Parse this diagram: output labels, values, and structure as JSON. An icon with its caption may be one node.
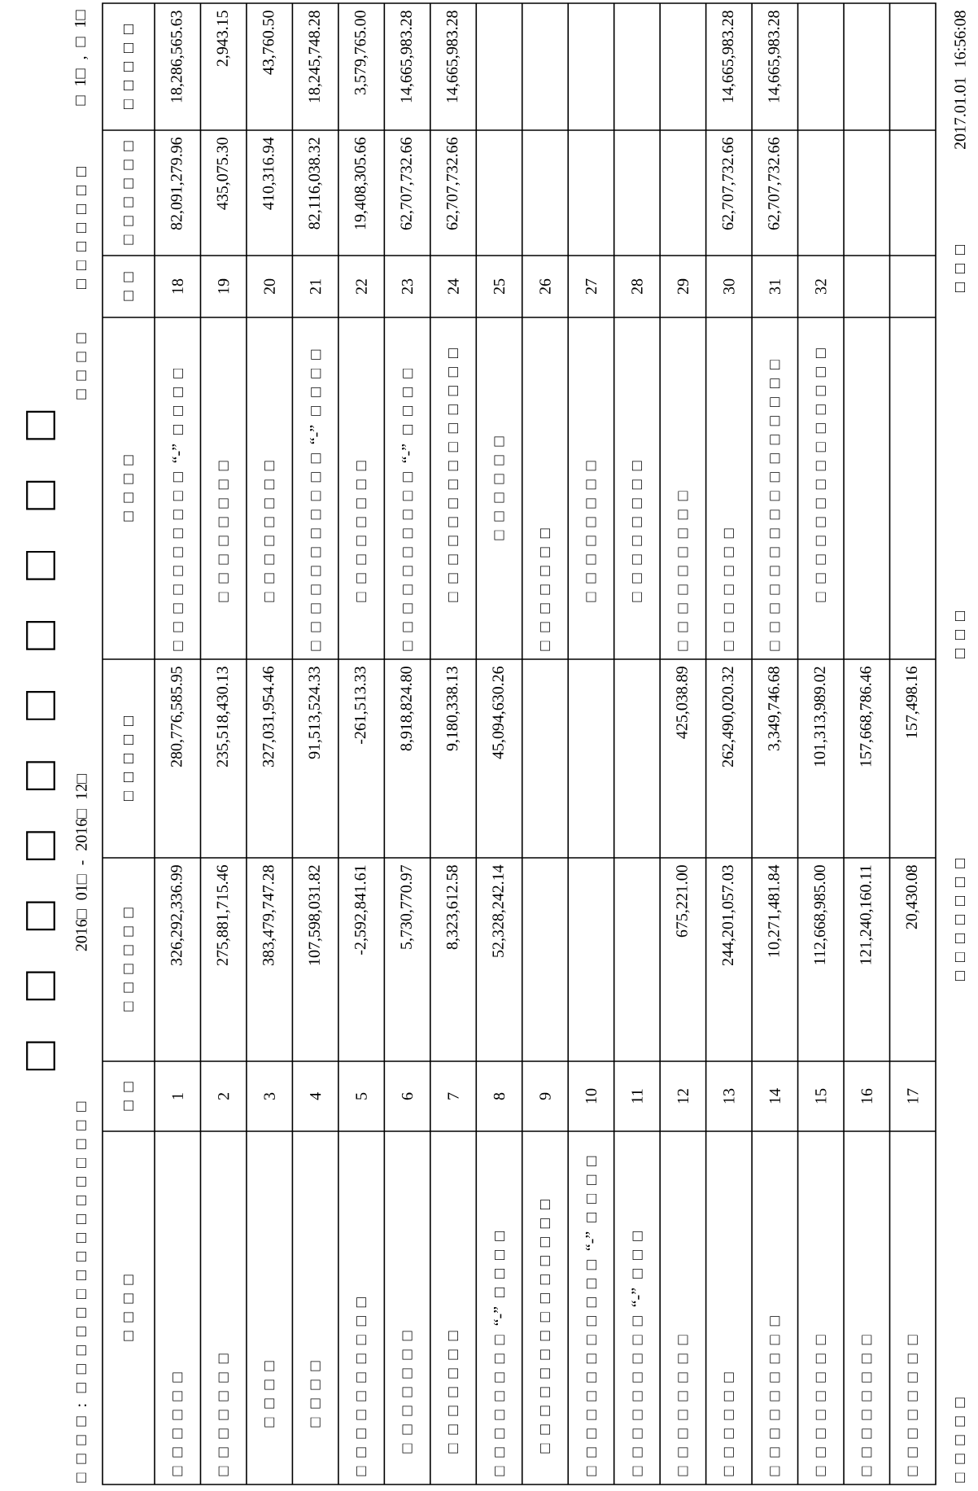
{
  "diagram": {
    "title": "□ □ □ □ □ □ □ □ □ □",
    "labels": [
      "□ □ □ □ : □ □ □ □ □ □ □ □ □ □ □ □ □ □ □ □",
      "2016□ 01□ - 2016□ 12□",
      "□ □ □ □",
      "□ □ □ □ □ □ □",
      "□ 1□ , □ 1□",
      "□ □ □ □",
      "□ □",
      "□ □ □ □ □ □",
      "□ □ □ □ □",
      "□ □ □ □",
      "□ □",
      "□ □ □ □ □ □",
      "□ □ □ □ □",
      "□ □ □ □ □ □",
      "1",
      "326,292,336.99",
      "280,776,585.95",
      "□ □ □ □ □ □ □ □ □ □ “-” □ □ □ □",
      "18",
      "82,091,279.96",
      "18,286,565.63",
      "□ □ □ □ □ □ □",
      "2",
      "275,881,715.46",
      "235,518,430.13",
      "□ □ □ □ □ □ □ □",
      "19",
      "435,075.30",
      "2,943.15",
      "□ □ □ □",
      "3",
      "383,479,747.28",
      "327,031,954.46",
      "□ □ □ □ □ □ □ □",
      "20",
      "410,316.94",
      "43,760.50",
      "□ □ □ □",
      "4",
      "107,598,031.82",
      "91,513,524.33",
      "□ □ □ □ □ □ □ □ □ □ □ “-” □ □ □ □",
      "21",
      "82,116,038.32",
      "18,245,748.28",
      "□ □ □ □ □ □ □ □ □ □",
      "5",
      "-2,592,841.61",
      "-261,513.33",
      "□ □ □ □ □ □ □ □",
      "22",
      "19,408,305.66",
      "3,579,765.00",
      "□ □ □ □ □ □ □",
      "6",
      "5,730,770.97",
      "8,918,824.80",
      "□ □ □ □ □ □ □ □ □ □ “-” □ □ □ □",
      "23",
      "62,707,732.66",
      "14,665,983.28",
      "□ □ □ □ □ □ □",
      "7",
      "8,323,612.58",
      "9,180,338.13",
      "□ □ □ □ □ □ □ □ □ □ □ □ □ □",
      "24",
      "62,707,732.66",
      "14,665,983.28",
      "□ □ □ □ □ □ □ □ “-” □ □ □ □",
      "8",
      "52,328,242.14",
      "45,094,630.26",
      "□ □ □ □ □ □",
      "25",
      "□ □ □ □ □ □ □ □ □ □ □ □ □ □",
      "9",
      "□ □ □ □ □ □ □",
      "26",
      "□ □ □ □ □ □ □ □ □ □ □ □ “-” □ □ □ □",
      "10",
      "□ □ □ □ □ □ □ □",
      "27",
      "□ □ □ □ □ □ □ □ □ “-” □ □ □",
      "11",
      "□ □ □ □ □ □ □ □",
      "28",
      "□ □ □ □ □ □ □ □",
      "12",
      "675,221.00",
      "425,038.89",
      "□ □ □ □ □ □ □ □ □",
      "29",
      "□ □ □ □ □ □",
      "13",
      "244,201,057.03",
      "262,490,020.32",
      "□ □ □ □ □ □ □",
      "30",
      "62,707,732.66",
      "14,665,983.28",
      "□ □ □ □ □ □ □ □ □",
      "14",
      "10,271,481.84",
      "3,349,746.68",
      "□ □ □ □ □ □ □ □ □ □ □ □ □ □ □ □",
      "31",
      "62,707,732.66",
      "14,665,983.28",
      "□ □ □ □ □ □ □ □",
      "15",
      "112,668,985.00",
      "101,313,989.02",
      "□ □ □ □ □ □ □ □ □ □ □ □ □ □",
      "32",
      "□ □ □ □ □ □ □ □",
      "16",
      "121,240,160.11",
      "157,668,786.46",
      "□ □ □ □ □ □ □ □",
      "17",
      "20,430.08",
      "157,498.16",
      "□ □ □ □ □",
      "□ □ □ □ □ □ □",
      "□ □ □",
      "□ □ □",
      "2017.01.01 16:56:08"
    ]
  }
}
